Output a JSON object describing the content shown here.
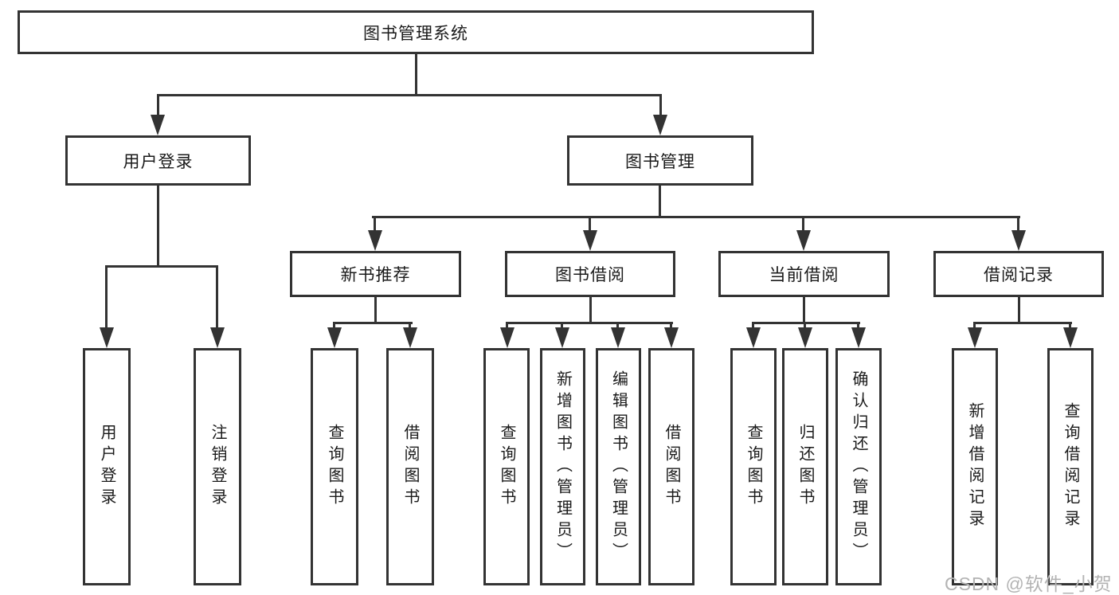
{
  "diagram": {
    "root": "图书管理系统",
    "user_branch": {
      "label": "用户登录",
      "leaves": [
        "用户登录",
        "注销登录"
      ]
    },
    "book_branch": {
      "label": "图书管理",
      "groups": [
        {
          "label": "新书推荐",
          "leaves": [
            "查询图书",
            "借阅图书"
          ]
        },
        {
          "label": "图书借阅",
          "leaves": [
            "查询图书",
            "新增图书（管理员）",
            "编辑图书（管理员）",
            "借阅图书"
          ]
        },
        {
          "label": "当前借阅",
          "leaves": [
            "查询图书",
            "归还图书",
            "确认归还（管理员）"
          ]
        },
        {
          "label": "借阅记录",
          "leaves": [
            "新增借阅记录",
            "查询借阅记录"
          ]
        }
      ]
    }
  },
  "watermark": {
    "text": "CSDN @软件_小贺同学"
  },
  "colors": {
    "line": "#333333",
    "box_border": "#333333",
    "box_fill": "#ffffff",
    "text": "#1a1a1a",
    "watermark": "#b3b3b3",
    "background": "#ffffff"
  }
}
